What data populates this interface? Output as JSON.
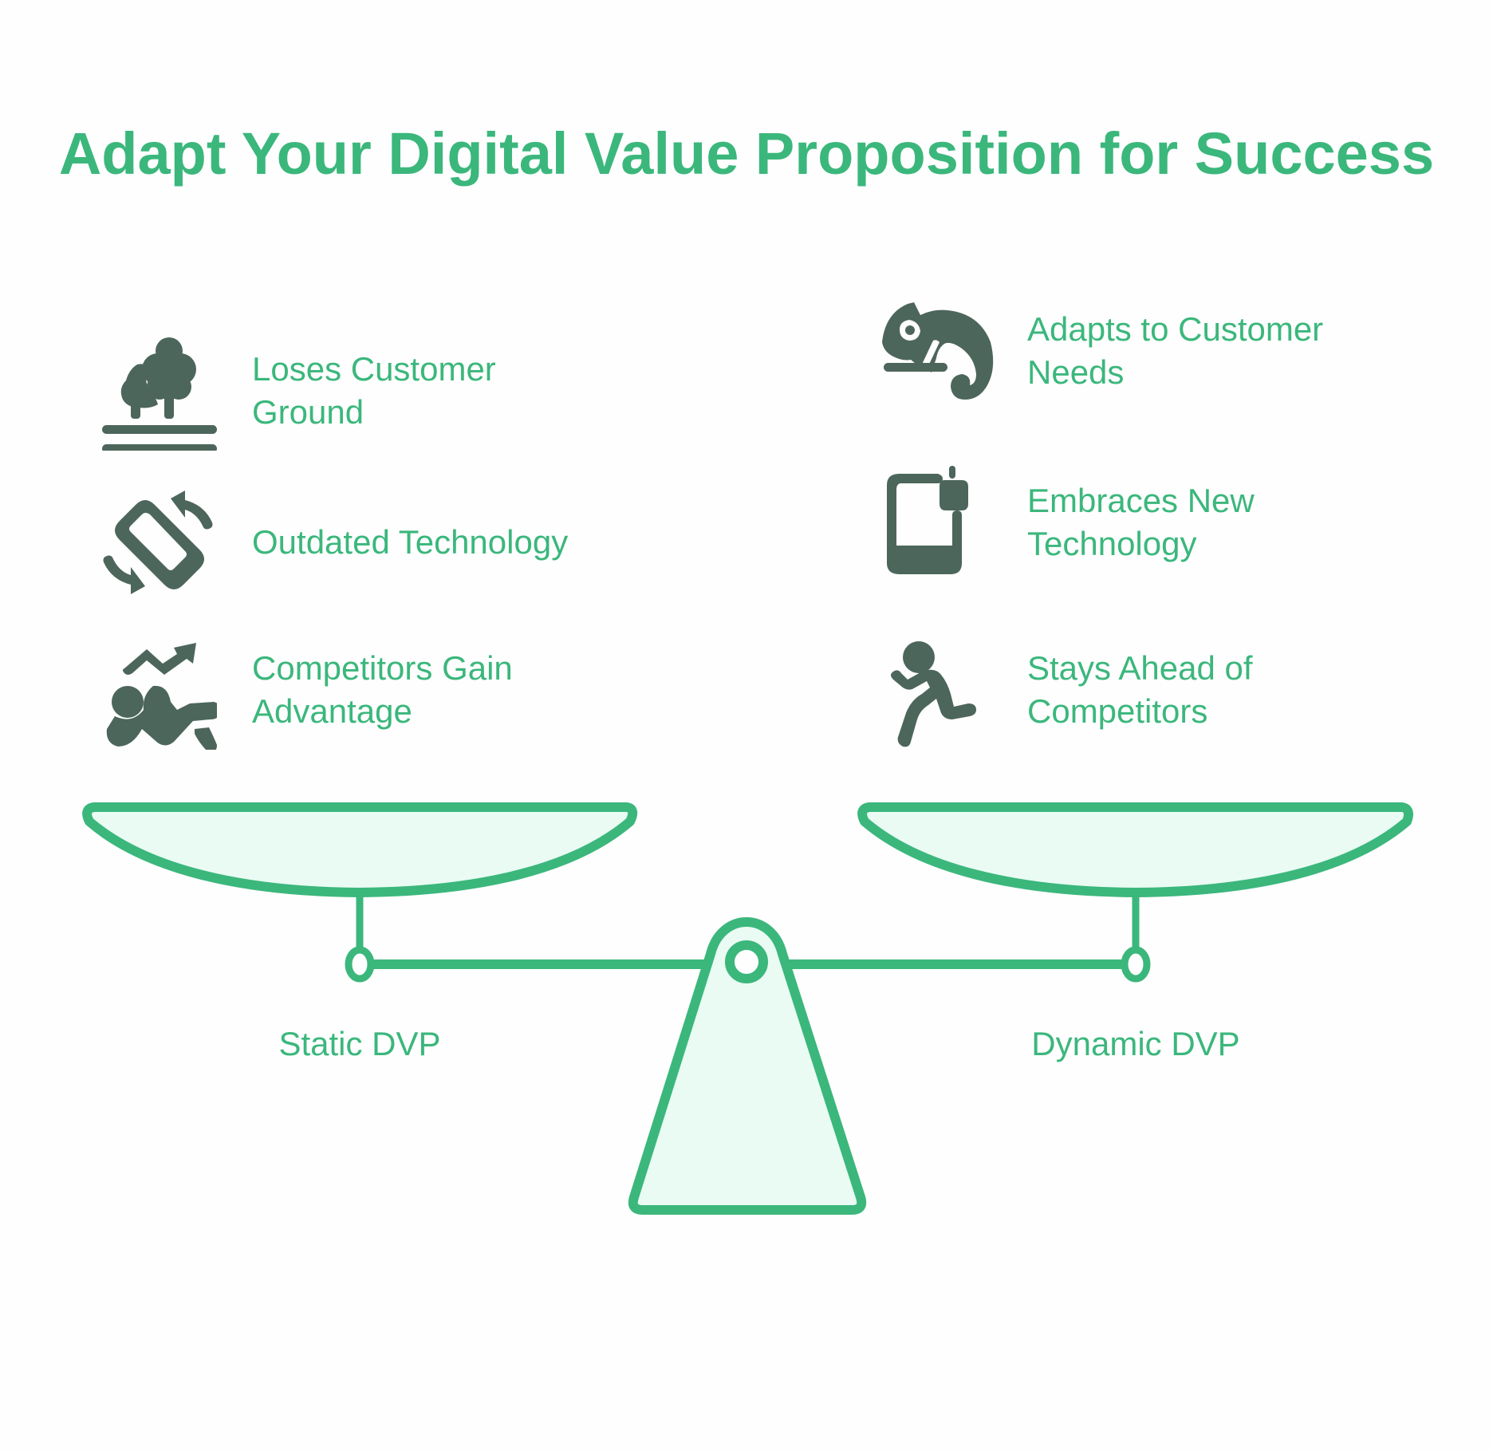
{
  "title": "Adapt Your Digital Value Proposition for Success",
  "colors": {
    "accent": "#3bb77c",
    "icon": "#4d665b",
    "fill": "#e9fbf3",
    "background": "#fefefe"
  },
  "left": {
    "label": "Static DVP",
    "items": [
      {
        "icon": "trees-ground-icon",
        "label": "Loses Customer Ground",
        "lines": [
          "Loses Customer",
          "Ground"
        ]
      },
      {
        "icon": "rotate-phone-icon",
        "label": "Outdated Technology",
        "lines": [
          "Outdated Technology"
        ]
      },
      {
        "icon": "falling-person-trend-up-icon",
        "label": "Competitors Gain Advantage",
        "lines": [
          "Competitors Gain",
          "Advantage"
        ]
      }
    ]
  },
  "right": {
    "label": "Dynamic DVP",
    "items": [
      {
        "icon": "chameleon-icon",
        "label": "Adapts to Customer Needs",
        "lines": [
          "Adapts to Customer",
          "Needs"
        ]
      },
      {
        "icon": "tablet-robot-icon",
        "label": "Embraces New Technology",
        "lines": [
          "Embraces New",
          "Technology"
        ]
      },
      {
        "icon": "running-person-icon",
        "label": "Stays Ahead of Competitors",
        "lines": [
          "Stays Ahead of",
          "Competitors"
        ]
      }
    ]
  }
}
